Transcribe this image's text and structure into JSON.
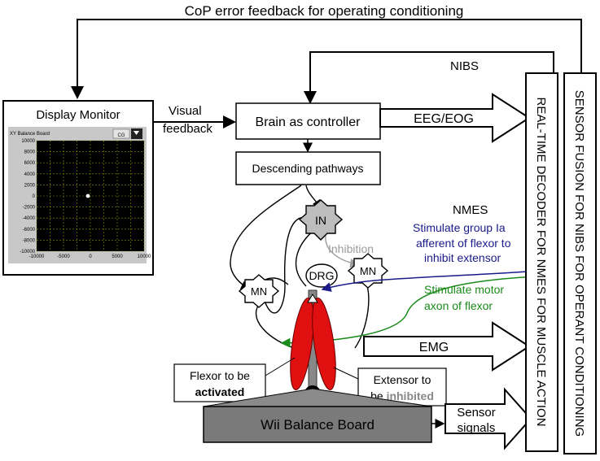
{
  "top_feedback": "CoP error feedback for operating conditioning",
  "nibs": "NIBS",
  "monitor": {
    "title": "Display Monitor",
    "panel_title": "XY Balance Board",
    "cg_label": "CG",
    "y_ticks": [
      "10000",
      "8000",
      "6000",
      "4000",
      "2000",
      "0",
      "-2000",
      "-4000",
      "-6000",
      "-8000",
      "-10000"
    ],
    "x_ticks": [
      "-10000",
      "-5000",
      "0",
      "5000",
      "10000"
    ]
  },
  "visual": "Visual",
  "feedback": "feedback",
  "brain": "Brain as controller",
  "eeg": "EEG/EOG",
  "descending": "Descending pathways",
  "in": "IN",
  "mn": "MN",
  "drg": "DRG",
  "inhibition": "Inhibition",
  "nmes": "NMES",
  "stim_ia": [
    "Stimulate group Ia",
    "afferent of flexor to",
    "inhibit extensor"
  ],
  "stim_motor": [
    "Stimulate motor",
    "axon of flexor"
  ],
  "emg": "EMG",
  "flexor": {
    "line1": "Flexor to be",
    "line2": "activated"
  },
  "extensor": {
    "line1": "Extensor to",
    "line2a": "be ",
    "line2b": "inhibited"
  },
  "wii": "Wii Balance Board",
  "sensor": [
    "Sensor",
    "signals"
  ],
  "decoder": "REAL-TIME DECODER FOR NMES FOR MUSCLE ACTION",
  "fusion": "SENSOR FUSION FOR NIBS FOR OPERANT CONDITIONING",
  "colors": {
    "stim_ia": "#1a1a8a",
    "stim_motor": "#1a8a1a",
    "muscle": "#e01010",
    "inhibition": "#9a9a9a",
    "grid": "#8a8a00"
  }
}
